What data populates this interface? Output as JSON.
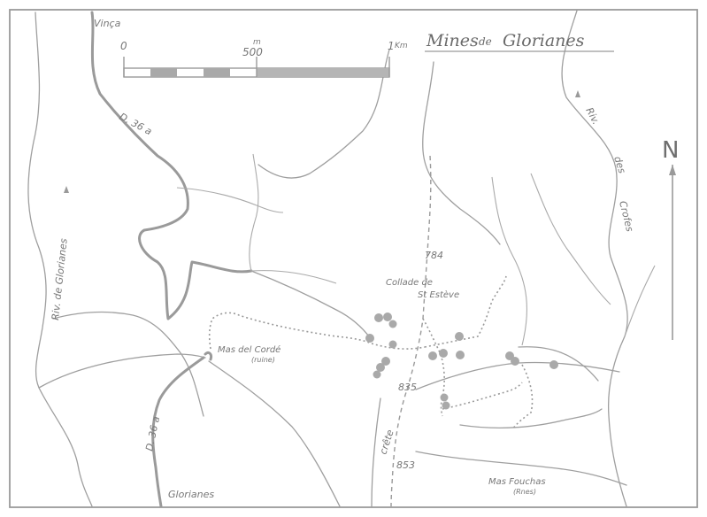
{
  "title": {
    "main": "Mines",
    "joiner": "de",
    "place": "Glorianes"
  },
  "scale": {
    "zero": "0",
    "mid": "500",
    "mid_unit": "m",
    "end": "1",
    "end_unit": "Km"
  },
  "north": "N",
  "places": {
    "vinca": "Vinça",
    "glorianes": "Glorianes",
    "mas_del_corde": "Mas del Cordé",
    "mas_del_corde_note": "(ruine)",
    "collade_line1": "Collade de",
    "collade_line2": "St Estève",
    "mas_fouchas": "Mas Fouchas",
    "mas_fouchas_note": "(Rnes)"
  },
  "roads": {
    "top": "D. 36 a",
    "bottom": "D. 36 a"
  },
  "rivers": {
    "left": "Riv. de Glorianes",
    "right_1": "Riv.",
    "right_2": "des",
    "right_3": "Crofes"
  },
  "crest": "crête",
  "elevations": [
    "784",
    "835",
    "853"
  ],
  "colors": {
    "ink": "#9a9a9a",
    "paper": "#ffffff",
    "mine_dot": "#a9a9a9"
  }
}
